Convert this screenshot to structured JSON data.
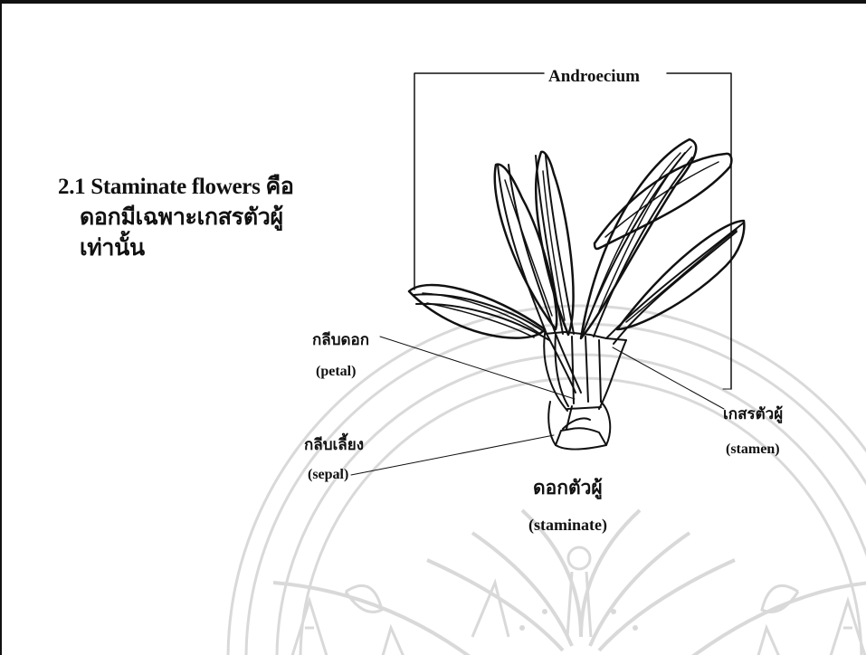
{
  "heading": {
    "line1": "2.1 Staminate flowers คือ",
    "line2": "ดอกมีเฉพาะเกสรตัวผู้",
    "line3": "เท่านั้น"
  },
  "labels": {
    "androecium": "Androecium",
    "petal_th": "กลีบดอก",
    "petal_en": "(petal)",
    "stamen_th": "เกสรตัวผู้",
    "stamen_en": "(stamen)",
    "sepal_th": "กลีบเลี้ยง",
    "sepal_en": "(sepal)",
    "staminate_th": "ดอกตัวผู้",
    "staminate_en": "(staminate)"
  },
  "colors": {
    "ink": "#111111",
    "watermark": "#d9d9d9"
  }
}
